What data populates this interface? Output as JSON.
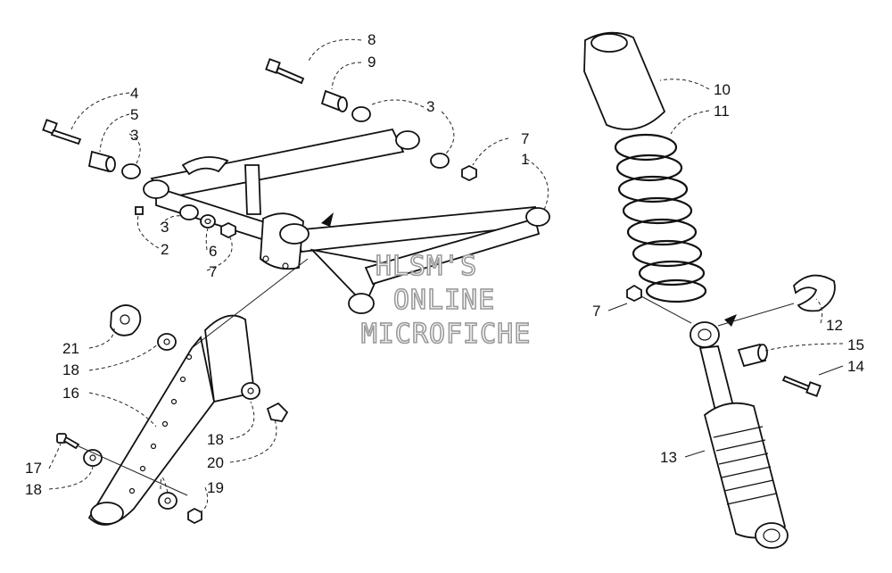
{
  "watermark": {
    "line1": "HLSM'S",
    "line2": "ONLINE",
    "line3": "MICROFICHE"
  },
  "callouts": {
    "c1": "1",
    "c2": "2",
    "c3a": "3",
    "c3b": "3",
    "c3c": "3",
    "c4": "4",
    "c5": "5",
    "c6": "6",
    "c7a": "7",
    "c7b": "7",
    "c7c": "7",
    "c8": "8",
    "c9": "9",
    "c10": "10",
    "c11": "11",
    "c12": "12",
    "c13": "13",
    "c14": "14",
    "c15": "15",
    "c16": "16",
    "c17": "17",
    "c18a": "18",
    "c18b": "18",
    "c18c": "18",
    "c19": "19",
    "c20": "20",
    "c21": "21"
  }
}
